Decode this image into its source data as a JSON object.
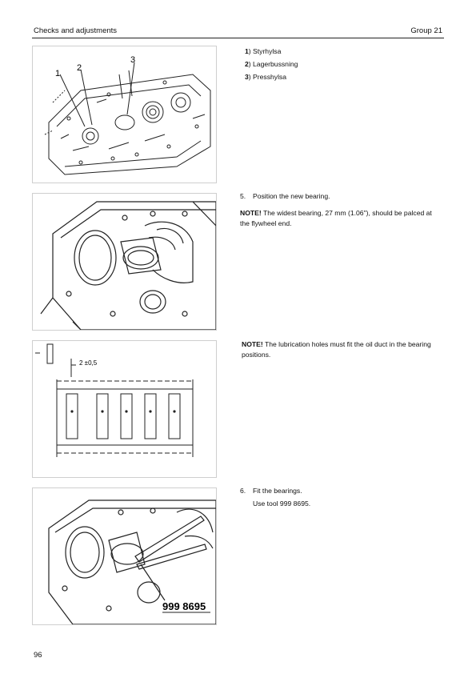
{
  "header": {
    "section": "Checks and adjustments",
    "group": "Group 21"
  },
  "fig1": {
    "callouts": [
      "1",
      "2",
      "3"
    ],
    "legend": [
      {
        "num": "1",
        "label": "Styrhylsa"
      },
      {
        "num": "2",
        "label": "Lagerbussning"
      },
      {
        "num": "3",
        "label": "Presshylsa"
      }
    ]
  },
  "step5": {
    "number": "5.",
    "text": "Position the new bearing.",
    "note_label": "NOTE!",
    "note_text": " The widest bearing, 27 mm (1.06\"), should be palced at the flywheel end."
  },
  "fig3": {
    "dimension": "2 ±0,5"
  },
  "note_oil": {
    "label": "NOTE!",
    "text": " The lubrication holes must fit the oil duct in the bearing positions."
  },
  "step6": {
    "number": "6.",
    "text": "Fit the bearings.",
    "tool_text": "Use tool 999 8695.",
    "tool_label": "999  8695"
  },
  "footer": {
    "page_number": "96"
  }
}
